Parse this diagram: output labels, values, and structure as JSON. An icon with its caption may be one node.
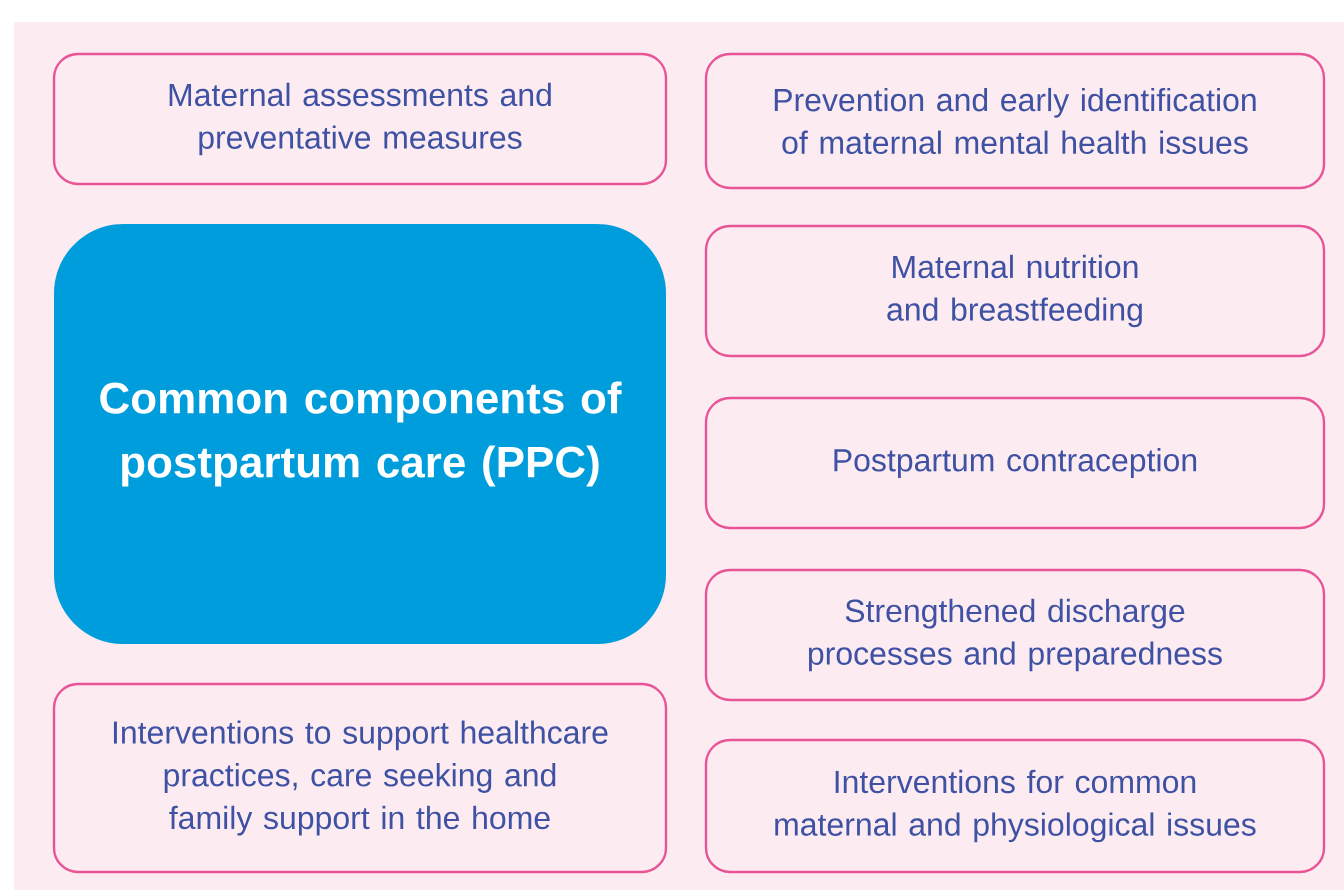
{
  "diagram": {
    "nodes": [
      {
        "text": [
          "Maternal assessments and preventative measures"
        ]
      },
      {
        "text": [
          "Prevention and early identification of maternal mental health issues"
        ]
      },
      {
        "text": [
          "Common components of postpartum care (PPC)"
        ]
      },
      {
        "text": [
          "Maternal nutrition and breastfeeding"
        ]
      },
      {
        "text": [
          "Postpartum contraception"
        ]
      },
      {
        "text": [
          "Strengthened discharge processes and preparedness"
        ]
      },
      {
        "text": [
          "Interventions to support healthcare practices, care seeking and family support in the home"
        ]
      },
      {
        "text": [
          "Interventions for common maternal and physiological issues"
        ]
      }
    ]
  }
}
